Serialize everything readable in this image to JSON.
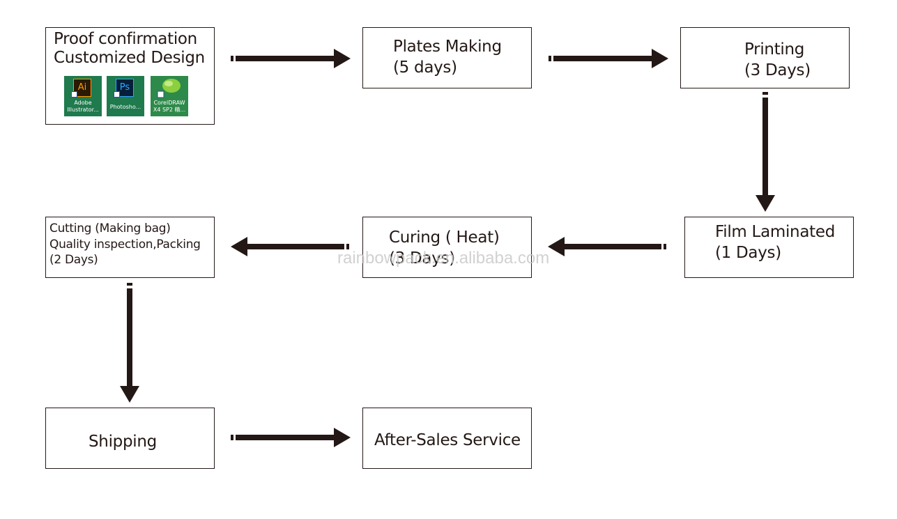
{
  "steps": {
    "proof": {
      "line1": "Proof confirmation",
      "line2": "Customized Design"
    },
    "plates": {
      "line1": "Plates Making",
      "line2": "(5 days)"
    },
    "printing": {
      "line1": "Printing",
      "line2": "(3 Days)"
    },
    "film": {
      "line1": "Film Laminated",
      "line2": "(1 Days)"
    },
    "curing": {
      "line1": "Curing ( Heat)",
      "line2": "(3 Days)"
    },
    "cutting": {
      "line1": "Cutting (Making bag)",
      "line2": "Quality inspection,Packing",
      "line3": "(2 Days)"
    },
    "shipping": {
      "line1": "Shipping"
    },
    "after_sales": {
      "line1": "After-Sales Service"
    }
  },
  "design_apps": [
    {
      "icon": "adobe-illustrator-icon",
      "badge": "Ai",
      "caption1": "Adobe",
      "caption2": "Illustrator..."
    },
    {
      "icon": "adobe-photoshop-icon",
      "badge": "Ps",
      "caption1": "Photosho...",
      "caption2": ""
    },
    {
      "icon": "coreldraw-icon",
      "badge": "",
      "caption1": "CorelDRAW",
      "caption2": "X4 SP2 精..."
    }
  ],
  "watermark": "rainbowpack.en.alibaba.com",
  "colors": {
    "ink": "#231815",
    "icon_bg": "#1f7a4d",
    "ai_orange": "#ff9a00",
    "ps_blue": "#31a8ff",
    "watermark_gray": "#c9c9c9"
  }
}
